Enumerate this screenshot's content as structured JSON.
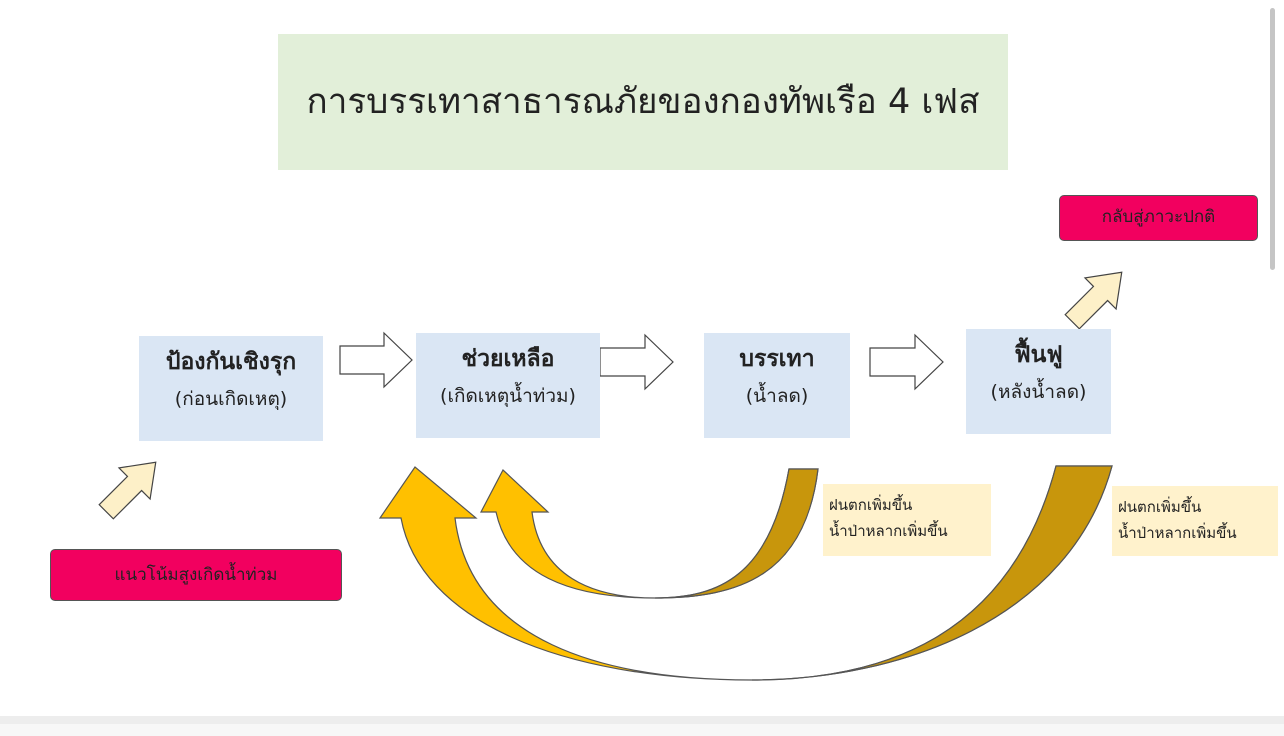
{
  "title": "การบรรเทาสาธารณภัยของกองทัพเรือ 4 เฟส",
  "phases": [
    {
      "name": "ป้องกันเชิงรุก",
      "sub": "(ก่อนเกิดเหตุ)"
    },
    {
      "name": "ช่วยเหลือ",
      "sub": "(เกิดเหตุน้ำท่วม)"
    },
    {
      "name": "บรรเทา",
      "sub": "(น้ำลด)"
    },
    {
      "name": "ฟื้นฟู",
      "sub": "(หลังน้ำลด)"
    }
  ],
  "start_label": "แนวโน้มสูงเกิดน้ำท่วม",
  "end_label": "กลับสู่ภาวะปกติ",
  "notes": [
    {
      "line1": "ฝนตกเพิ่มขึ้น",
      "line2": "น้ำป่าหลากเพิ่มขึ้น"
    },
    {
      "line1": "ฝนตกเพิ่มขึ้น",
      "line2": "น้ำป่าหลากเพิ่มขึ้น"
    }
  ],
  "colors": {
    "title_bg": "#e2efd9",
    "phase_bg": "#dae6f4",
    "pill_bg": "#f2005f",
    "note_bg": "#fff2cc",
    "curve_light": "#ffc000",
    "curve_dark": "#c8960c",
    "small_arrow_fill": "#fdf0c8"
  }
}
